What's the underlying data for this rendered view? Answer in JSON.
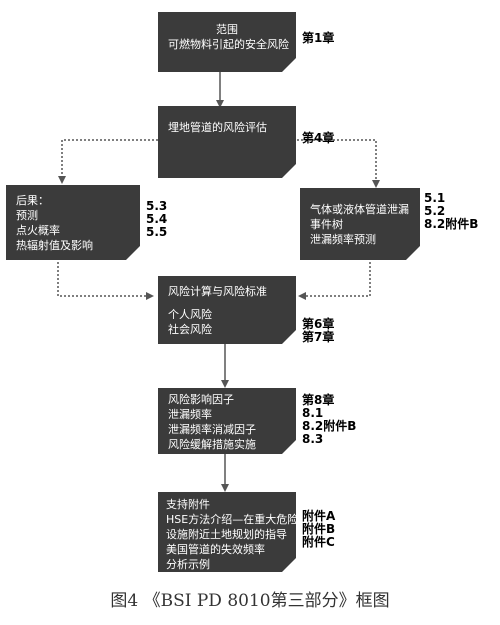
{
  "boxes": {
    "scope": [
      "范围",
      "可燃物料引起的安全风险"
    ],
    "assessment": [
      "埋地管道的风险评估"
    ],
    "consequences": [
      "后果：",
      "预测",
      "点火概率",
      "热辐射值及影响"
    ],
    "leak": [
      "气体或液体管道泄漏",
      "事件树",
      "泄漏频率预测"
    ],
    "risk_calc": [
      "风险计算与风险标准",
      "",
      "个人风险",
      "社会风险"
    ],
    "factors": [
      "风险影响因子",
      "泄漏频率",
      "泄漏频率消减因子",
      "风险缓解措施实施"
    ],
    "appendices": [
      "支持附件",
      "HSE方法介绍—在重大危险",
      "设施附近土地规划的指导",
      "美国管道的失效频率",
      "分析示例"
    ]
  },
  "refs": {
    "scope": [
      "第1章"
    ],
    "assessment": [
      "第4章"
    ],
    "consequences": [
      "5.3",
      "5.4",
      "5.5"
    ],
    "leak": [
      "5.1",
      "5.2",
      "8.2附件B"
    ],
    "risk_calc": [
      "第6章",
      "第7章"
    ],
    "factors": [
      "第8章",
      "8.1",
      "8.2附件B",
      "8.3"
    ],
    "appendices": [
      "附件A",
      "附件B",
      "附件C"
    ]
  },
  "caption": "图4 《BSI PD 8010第三部分》框图"
}
